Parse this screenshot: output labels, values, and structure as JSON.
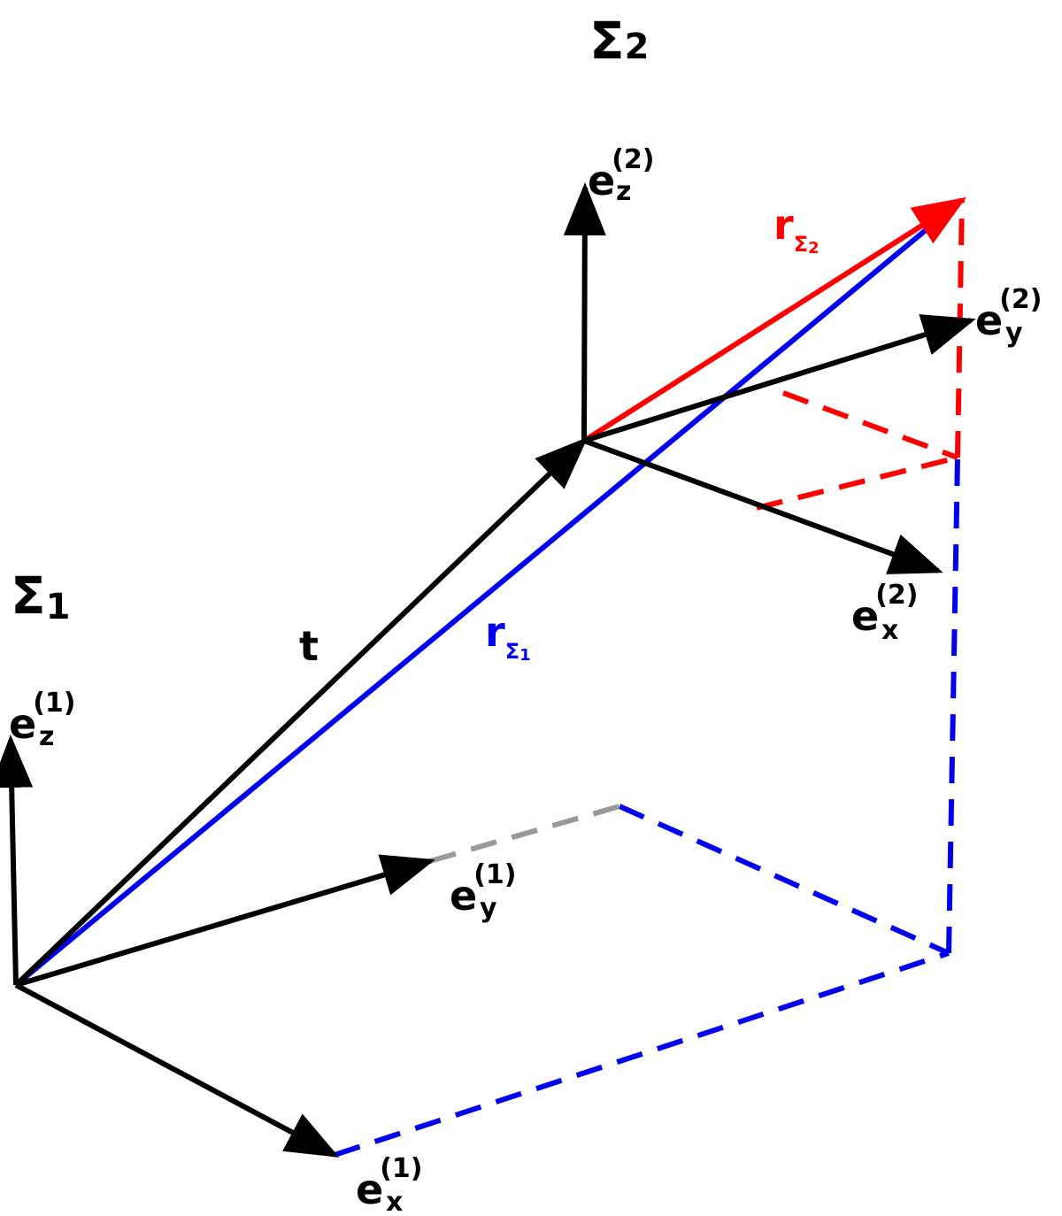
{
  "colors": {
    "axis": "#000000",
    "r_sigma1": "#0000ee",
    "r_sigma2": "#ff0000",
    "hidden_projection": "#999999"
  },
  "labels": {
    "sigma": "Σ",
    "sigma1_index": "1",
    "sigma2_index": "2",
    "e": "e",
    "t": "t",
    "r": "r",
    "sup1": "(1)",
    "sup2": "(2)",
    "x": "x",
    "y": "y",
    "z": "z"
  }
}
